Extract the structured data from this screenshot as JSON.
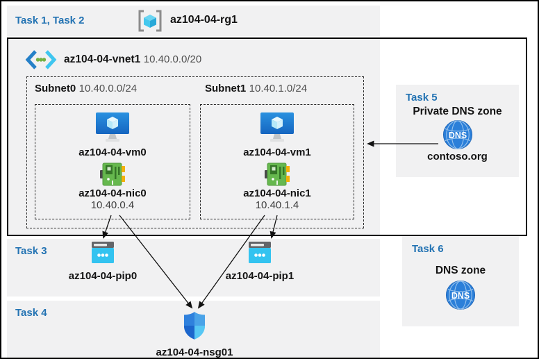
{
  "colors": {
    "task_label_blue": "#2373b3",
    "band_gray": "#f1f1f2",
    "vm_blue": "#1b7cd4",
    "nic_green": "#66b84e",
    "pip_cyan": "#33c3f0",
    "nsg_shield_blue": "#2e7fd6",
    "dns_circle_blue": "#2b7fd9",
    "arrow_black": "#111111"
  },
  "header": {
    "task_label": "Task 1, Task 2",
    "resource_group_name": "az104-04-rg1"
  },
  "vnet": {
    "name": "az104-04-vnet1",
    "cidr": "10.40.0.0/20"
  },
  "subnets": [
    {
      "name": "Subnet0",
      "cidr": "10.40.0.0/24",
      "vm_name": "az104-04-vm0",
      "nic_name": "az104-04-nic0",
      "nic_ip": "10.40.0.4"
    },
    {
      "name": "Subnet1",
      "cidr": "10.40.1.0/24",
      "vm_name": "az104-04-vm1",
      "nic_name": "az104-04-nic1",
      "nic_ip": "10.40.1.4"
    }
  ],
  "task3": {
    "task_label": "Task 3",
    "pip_names": [
      "az104-04-pip0",
      "az104-04-pip1"
    ]
  },
  "task4": {
    "task_label": "Task 4",
    "nsg_name": "az104-04-nsg01"
  },
  "task5": {
    "task_label": "Task 5",
    "title": "Private DNS zone",
    "dns_icon_text": "DNS",
    "zone_name": "contoso.org"
  },
  "task6": {
    "task_label": "Task 6",
    "title": "DNS zone",
    "dns_icon_text": "DNS"
  }
}
